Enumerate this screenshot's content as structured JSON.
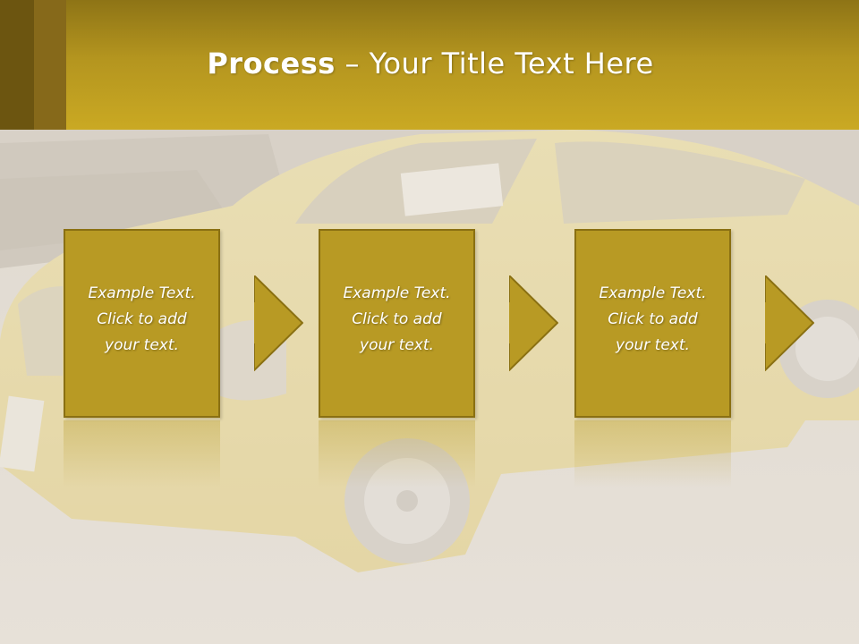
{
  "slide": {
    "title_bold": "Process",
    "title_rest": " – Your Title Text Here"
  },
  "steps": [
    {
      "line1": "Example Text.",
      "line2": "Click  to add",
      "line3": "your text."
    },
    {
      "line1": "Example Text.",
      "line2": "Click  to add",
      "line3": "your text."
    },
    {
      "line1": "Example Text.",
      "line2": "Click  to add",
      "line3": "your text."
    }
  ],
  "colors": {
    "header": "#caa923",
    "box_fill": "#b89a24",
    "box_border": "#8a7012",
    "text": "#ffffff"
  }
}
